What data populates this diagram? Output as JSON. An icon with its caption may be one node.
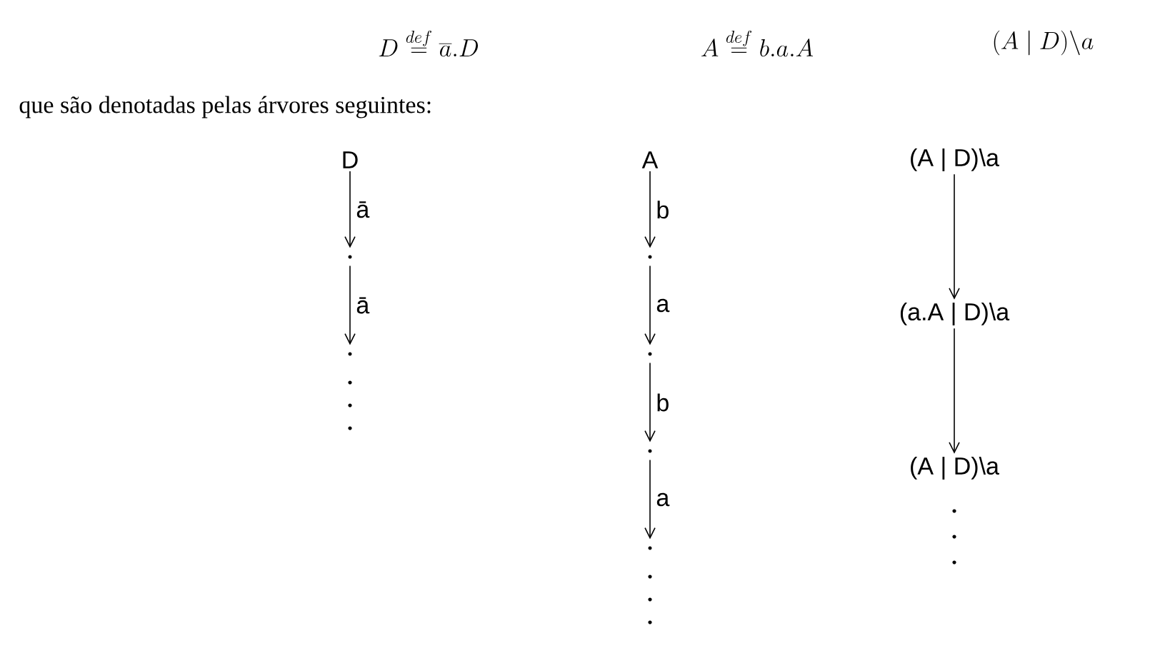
{
  "diagram": {
    "nodes": [
      {
        "text": [
          "D"
        ]
      },
      {
        "text": [],
        "shape": "dot"
      },
      {
        "text": [],
        "shape": "dot"
      },
      {
        "text": [
          "A"
        ]
      },
      {
        "text": [],
        "shape": "dot"
      },
      {
        "text": [],
        "shape": "dot"
      },
      {
        "text": [],
        "shape": "dot"
      },
      {
        "text": [],
        "shape": "dot"
      },
      {
        "text": [
          "(A | D)\\a"
        ]
      },
      {
        "text": [
          "(a.A | D)\\a"
        ]
      },
      {
        "text": [
          "(A | D)\\a"
        ]
      }
    ],
    "edges": [
      {
        "from": 0,
        "to": 1,
        "arrow": "to",
        "label": "ā"
      },
      {
        "from": 1,
        "to": 2,
        "arrow": "to",
        "label": "ā"
      },
      {
        "from": 3,
        "to": 4,
        "arrow": "to",
        "label": "b"
      },
      {
        "from": 4,
        "to": 5,
        "arrow": "to",
        "label": "a"
      },
      {
        "from": 5,
        "to": 6,
        "arrow": "to",
        "label": "b"
      },
      {
        "from": 6,
        "to": 7,
        "arrow": "to",
        "label": "a"
      },
      {
        "from": 8,
        "to": 9,
        "arrow": "to"
      },
      {
        "from": 9,
        "to": 10,
        "arrow": "to"
      }
    ],
    "labels": [
      "D \\stackrel{def}{=} \\overline{a}.D",
      "A \\stackrel{def}{=} b.a.A",
      "(A \\mid D)\\backslash a",
      "que são denotadas pelas árvores seguintes:"
    ]
  }
}
